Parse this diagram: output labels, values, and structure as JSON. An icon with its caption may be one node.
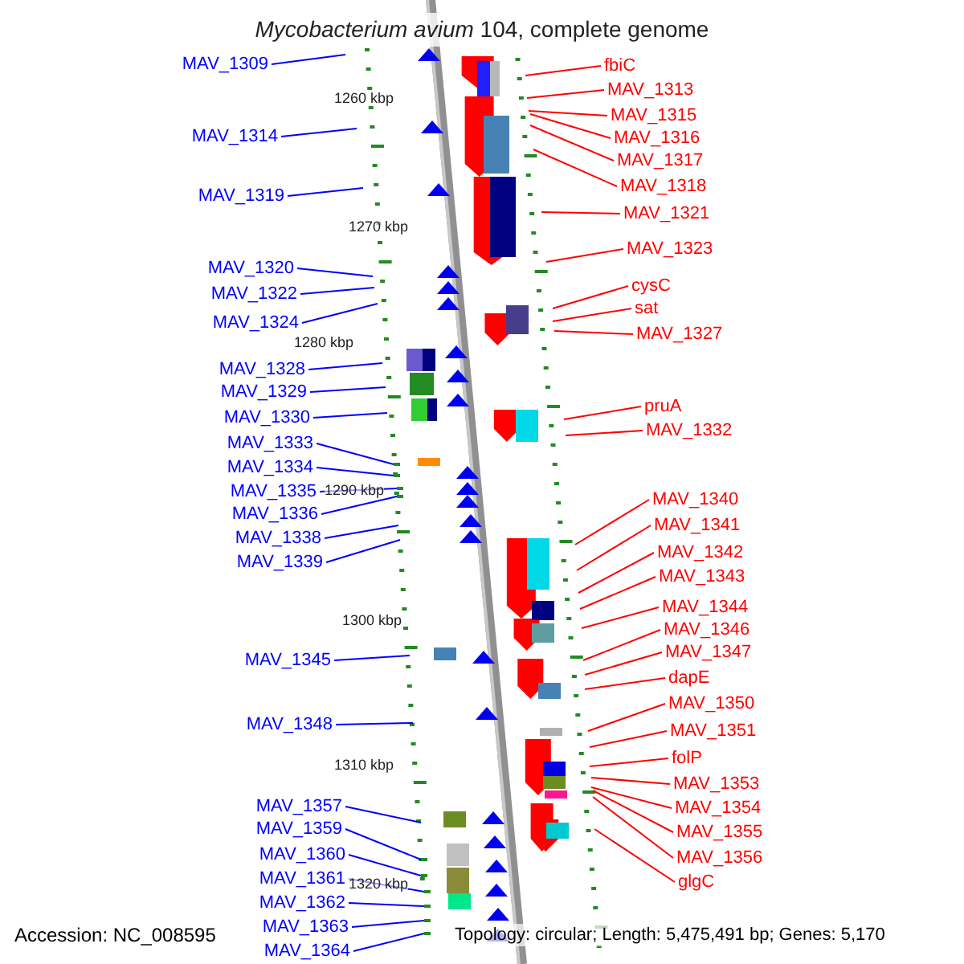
{
  "diagram": {
    "title": "*Mycobacterium avium* 104, complete genome",
    "nodes": [
      {
        "text": [
          "MAV_1309"
        ]
      },
      {
        "text": [
          "MAV_1314"
        ]
      },
      {
        "text": [
          "MAV_1319"
        ]
      },
      {
        "text": [
          "MAV_1320"
        ]
      },
      {
        "text": [
          "MAV_1322"
        ]
      },
      {
        "text": [
          "MAV_1324"
        ]
      },
      {
        "text": [
          "MAV_1328"
        ]
      },
      {
        "text": [
          "MAV_1329"
        ]
      },
      {
        "text": [
          "MAV_1330"
        ]
      },
      {
        "text": [
          "MAV_1333"
        ]
      },
      {
        "text": [
          "MAV_1334"
        ]
      },
      {
        "text": [
          "MAV_1335"
        ]
      },
      {
        "text": [
          "MAV_1336"
        ]
      },
      {
        "text": [
          "MAV_1338"
        ]
      },
      {
        "text": [
          "MAV_1339"
        ]
      },
      {
        "text": [
          "MAV_1345"
        ]
      },
      {
        "text": [
          "MAV_1348"
        ]
      },
      {
        "text": [
          "MAV_1357"
        ]
      },
      {
        "text": [
          "MAV_1359"
        ]
      },
      {
        "text": [
          "MAV_1360"
        ]
      },
      {
        "text": [
          "MAV_1361"
        ]
      },
      {
        "text": [
          "MAV_1362"
        ]
      },
      {
        "text": [
          "MAV_1363"
        ]
      },
      {
        "text": [
          "MAV_1364"
        ]
      },
      {
        "text": [
          "fbiC"
        ]
      },
      {
        "text": [
          "MAV_1313"
        ]
      },
      {
        "text": [
          "MAV_1315"
        ]
      },
      {
        "text": [
          "MAV_1316"
        ]
      },
      {
        "text": [
          "MAV_1317"
        ]
      },
      {
        "text": [
          "MAV_1318"
        ]
      },
      {
        "text": [
          "MAV_1321"
        ]
      },
      {
        "text": [
          "MAV_1323"
        ]
      },
      {
        "text": [
          "cysC"
        ]
      },
      {
        "text": [
          "sat"
        ]
      },
      {
        "text": [
          "MAV_1327"
        ]
      },
      {
        "text": [
          "pruA"
        ]
      },
      {
        "text": [
          "MAV_1332"
        ]
      },
      {
        "text": [
          "MAV_1340"
        ]
      },
      {
        "text": [
          "MAV_1341"
        ]
      },
      {
        "text": [
          "MAV_1342"
        ]
      },
      {
        "text": [
          "MAV_1343"
        ]
      },
      {
        "text": [
          "MAV_1344"
        ]
      },
      {
        "text": [
          "MAV_1346"
        ]
      },
      {
        "text": [
          "MAV_1347"
        ]
      },
      {
        "text": [
          "dapE"
        ]
      },
      {
        "text": [
          "MAV_1350"
        ]
      },
      {
        "text": [
          "MAV_1351"
        ]
      },
      {
        "text": [
          "folP"
        ]
      },
      {
        "text": [
          "MAV_1353"
        ]
      },
      {
        "text": [
          "MAV_1354"
        ]
      },
      {
        "text": [
          "MAV_1355"
        ]
      },
      {
        "text": [
          "MAV_1356"
        ]
      },
      {
        "text": [
          "glgC"
        ]
      },
      {
        "text": [],
        "shape": "bar"
      },
      {
        "text": [],
        "shape": "bar"
      },
      {
        "text": [],
        "shape": "bar"
      },
      {
        "text": [],
        "shape": "bar"
      },
      {
        "text": [],
        "shape": "bar"
      },
      {
        "text": [],
        "shape": "bar"
      },
      {
        "text": [],
        "shape": "bar"
      },
      {
        "text": [],
        "shape": "bar"
      },
      {
        "text": [],
        "shape": "bar"
      },
      {
        "text": [],
        "shape": "bar"
      }
    ],
    "edges": [
      {
        "from": 0,
        "to": null,
        "arrow": "none",
        "color": "#0000ff"
      },
      {
        "from": 1,
        "to": null,
        "arrow": "none",
        "color": "#0000ff"
      },
      {
        "from": 2,
        "to": null,
        "arrow": "none",
        "color": "#0000ff"
      },
      {
        "from": 3,
        "to": null,
        "arrow": "none",
        "color": "#0000ff"
      },
      {
        "from": 4,
        "to": null,
        "arrow": "none",
        "color": "#0000ff"
      },
      {
        "from": 5,
        "to": null,
        "arrow": "none",
        "color": "#0000ff"
      },
      {
        "from": 6,
        "to": null,
        "arrow": "none",
        "color": "#0000ff"
      },
      {
        "from": 7,
        "to": null,
        "arrow": "none",
        "color": "#0000ff"
      },
      {
        "from": 8,
        "to": null,
        "arrow": "none",
        "color": "#0000ff"
      },
      {
        "from": 9,
        "to": 59,
        "arrow": "none",
        "color": "#0000ff"
      },
      {
        "from": 10,
        "to": 53,
        "arrow": "none",
        "color": "#0000ff"
      },
      {
        "from": 11,
        "to": 54,
        "arrow": "none",
        "color": "#0000ff"
      },
      {
        "from": 12,
        "to": 55,
        "arrow": "none",
        "color": "#0000ff"
      },
      {
        "from": 13,
        "to": null,
        "arrow": "none",
        "color": "#0000ff"
      },
      {
        "from": 14,
        "to": null,
        "arrow": "none",
        "color": "#0000ff"
      },
      {
        "from": 15,
        "to": null,
        "arrow": "none",
        "color": "#0000ff"
      },
      {
        "from": 16,
        "to": null,
        "arrow": "none",
        "color": "#0000ff"
      },
      {
        "from": 17,
        "to": null,
        "arrow": "none",
        "color": "#0000ff"
      },
      {
        "from": 18,
        "to": 56,
        "arrow": "none",
        "color": "#0000ff"
      },
      {
        "from": 19,
        "to": 57,
        "arrow": "none",
        "color": "#0000ff"
      },
      {
        "from": 20,
        "to": 58,
        "arrow": "none",
        "color": "#0000ff"
      },
      {
        "from": 21,
        "to": 60,
        "arrow": "none",
        "color": "#0000ff"
      },
      {
        "from": 22,
        "to": 61,
        "arrow": "none",
        "color": "#0000ff"
      },
      {
        "from": 23,
        "to": 62,
        "arrow": "none",
        "color": "#0000ff"
      },
      {
        "from": 24,
        "to": null,
        "arrow": "none",
        "color": "#ff0000"
      },
      {
        "from": 25,
        "to": null,
        "arrow": "none",
        "color": "#ff0000"
      },
      {
        "from": 26,
        "to": null,
        "arrow": "none",
        "color": "#ff0000"
      },
      {
        "from": 27,
        "to": null,
        "arrow": "none",
        "color": "#ff0000"
      },
      {
        "from": 28,
        "to": null,
        "arrow": "none",
        "color": "#ff0000"
      },
      {
        "from": 29,
        "to": null,
        "arrow": "none",
        "color": "#ff0000"
      },
      {
        "from": 30,
        "to": null,
        "arrow": "none",
        "color": "#ff0000"
      },
      {
        "from": 31,
        "to": null,
        "arrow": "none",
        "color": "#ff0000"
      },
      {
        "from": 32,
        "to": null,
        "arrow": "none",
        "color": "#ff0000"
      },
      {
        "from": 33,
        "to": null,
        "arrow": "none",
        "color": "#ff0000"
      },
      {
        "from": 34,
        "to": null,
        "arrow": "none",
        "color": "#ff0000"
      },
      {
        "from": 35,
        "to": null,
        "arrow": "none",
        "color": "#ff0000"
      },
      {
        "from": 36,
        "to": null,
        "arrow": "none",
        "color": "#ff0000"
      },
      {
        "from": 37,
        "to": null,
        "arrow": "none",
        "color": "#ff0000"
      },
      {
        "from": 38,
        "to": null,
        "arrow": "none",
        "color": "#ff0000"
      },
      {
        "from": 39,
        "to": null,
        "arrow": "none",
        "color": "#ff0000"
      },
      {
        "from": 40,
        "to": null,
        "arrow": "none",
        "color": "#ff0000"
      },
      {
        "from": 41,
        "to": null,
        "arrow": "none",
        "color": "#ff0000"
      },
      {
        "from": 42,
        "to": null,
        "arrow": "none",
        "color": "#ff0000"
      },
      {
        "from": 43,
        "to": null,
        "arrow": "none",
        "color": "#ff0000"
      },
      {
        "from": 44,
        "to": null,
        "arrow": "none",
        "color": "#ff0000"
      },
      {
        "from": 45,
        "to": null,
        "arrow": "none",
        "color": "#ff0000"
      },
      {
        "from": 46,
        "to": null,
        "arrow": "none",
        "color": "#ff0000"
      },
      {
        "from": 47,
        "to": null,
        "arrow": "none",
        "color": "#ff0000"
      },
      {
        "from": 48,
        "to": null,
        "arrow": "none",
        "color": "#ff0000"
      },
      {
        "from": 49,
        "to": null,
        "arrow": "none",
        "color": "#ff0000"
      },
      {
        "from": 50,
        "to": null,
        "arrow": "none",
        "color": "#ff0000"
      },
      {
        "from": 51,
        "to": null,
        "arrow": "none",
        "color": "#ff0000"
      },
      {
        "from": 52,
        "to": null,
        "arrow": "none",
        "color": "#ff0000"
      }
    ],
    "labels": [
      "1260 kbp",
      "1270 kbp",
      "1280 kbp",
      "1290 kbp",
      "1300 kbp",
      "1310 kbp",
      "1320 kbp",
      "Accession: NC_008595",
      "Topology: circular; Length: 5,475,491 bp; Genes: 5,170"
    ]
  }
}
